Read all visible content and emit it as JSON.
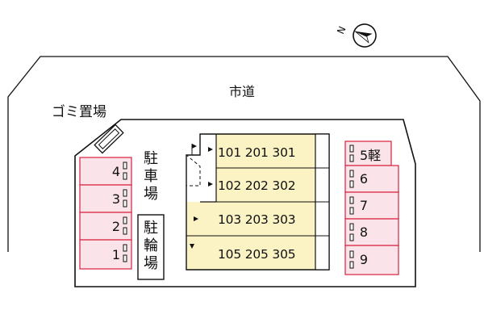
{
  "road_label": "市道",
  "garbage_label": "ゴミ置場",
  "car_parking_label": "駐車場",
  "bike_parking_label": "駐輪場",
  "compass": {
    "north_label": "N"
  },
  "left_parking_slots": [
    "4",
    "3",
    "2",
    "1"
  ],
  "right_parking_slots": [
    "5軽",
    "6",
    "7",
    "8",
    "9"
  ],
  "building_unit_rows": [
    "101 201 301",
    "102 202 302",
    "103 203 303",
    "105 205 305"
  ],
  "colors": {
    "parking_fill": "#fbe3ea",
    "parking_stroke": "#d9203c",
    "building_fill": "#fbf3c4",
    "line": "#111111"
  }
}
